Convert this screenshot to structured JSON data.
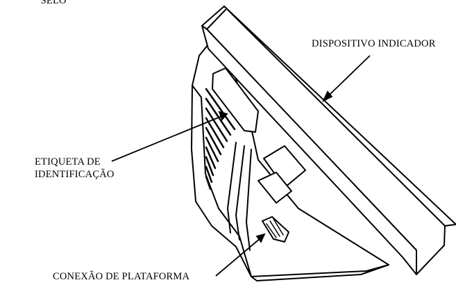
{
  "labels": {
    "selo": "' SELO",
    "dispositivo_indicador": "DISPOSITIVO INDICADOR",
    "etiqueta_line1": "ETIQUETA DE",
    "etiqueta_line2": "IDENTIFICAÇÃO",
    "conexao_plataforma": "CONEXÃO DE PLATAFORMA"
  },
  "colors": {
    "stroke": "#000000",
    "fill": "#ffffff",
    "shade": "#f2f2f2"
  }
}
